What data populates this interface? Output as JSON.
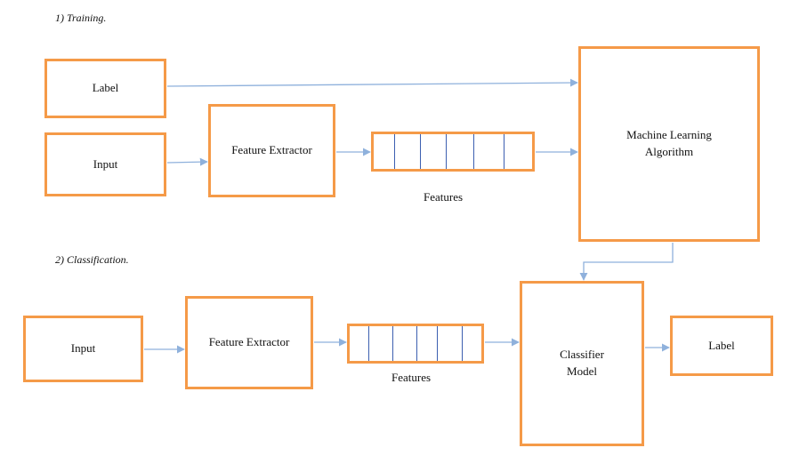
{
  "diagram": {
    "training": {
      "title": "1) Training.",
      "label_box": "Label",
      "input_box": "Input",
      "feature_extractor": "Feature Extractor",
      "features_caption": "Features",
      "feature_cells": 6,
      "ml_algorithm": "Machine Learning\nAlgorithm"
    },
    "classification": {
      "title": "2)  Classification.",
      "input_box": "Input",
      "feature_extractor": "Feature Extractor",
      "features_caption": "Features",
      "feature_cells": 6,
      "classifier_model": "Classifier\nModel",
      "label_box": "Label"
    },
    "colors": {
      "box_border": "#f59a48",
      "arrow": "#8fb1dc",
      "cell_divider": "#3c5fb0"
    }
  }
}
